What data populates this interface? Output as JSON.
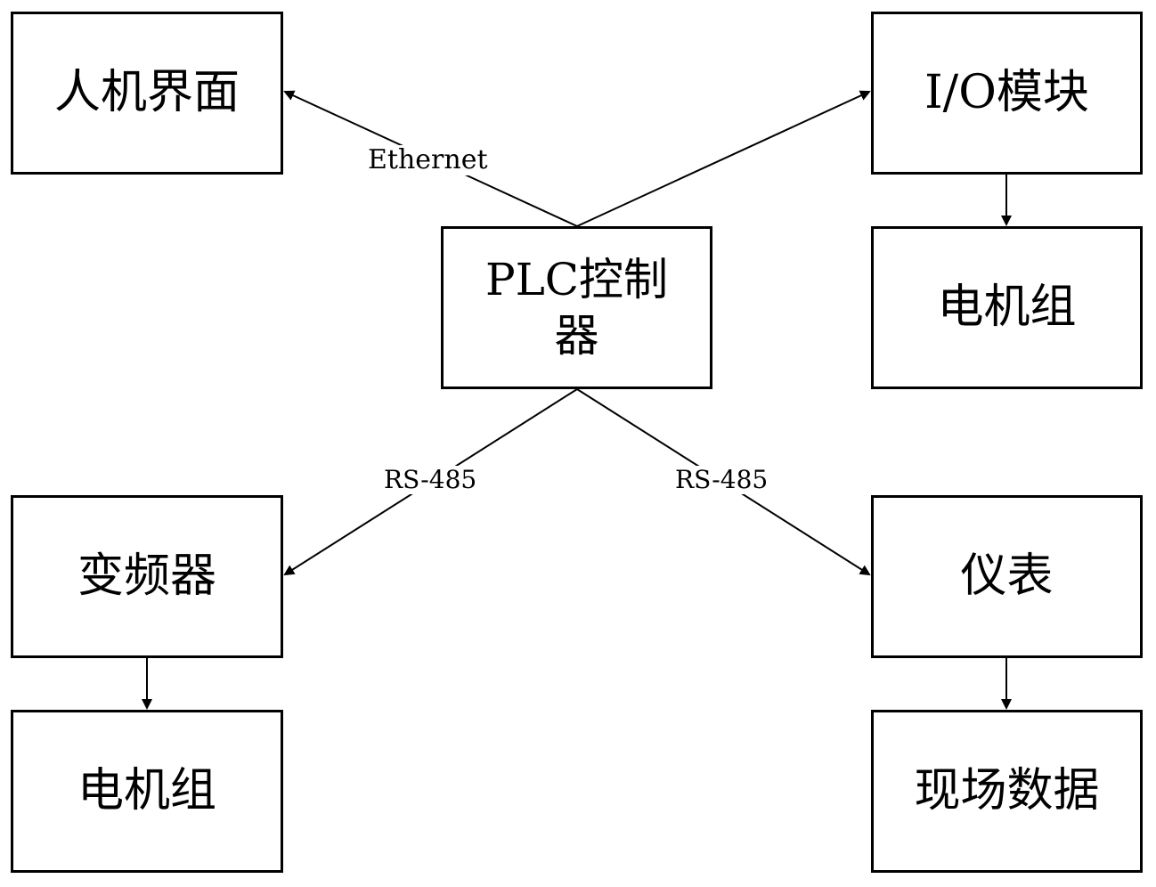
{
  "nodes": {
    "hmi": "人机界面",
    "io_module": "I/O模块",
    "plc_line1": "PLC控制",
    "plc_line2": "器",
    "motor_group_right": "电机组",
    "vfd": "变频器",
    "instrument": "仪表",
    "motor_group_left": "电机组",
    "field_data": "现场数据"
  },
  "edges": {
    "plc_to_hmi": "Ethernet",
    "plc_to_vfd": "RS-485",
    "plc_to_instrument": "RS-485"
  },
  "colors": {
    "line": "#000000",
    "box_border": "#000000",
    "background": "#ffffff"
  }
}
